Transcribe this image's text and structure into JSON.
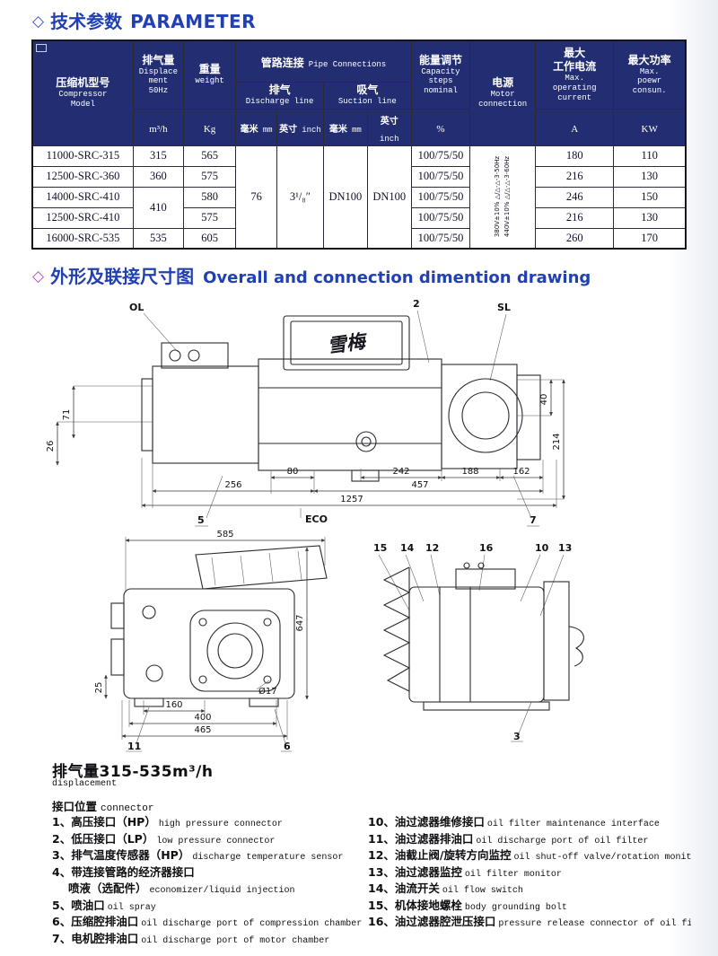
{
  "page": {
    "diamond1": "◇",
    "title1_zh": "技术参数",
    "title1_en": "PARAMETER",
    "diamond2": "◇",
    "title2_zh": "外形及联接尺寸图",
    "title2_en": "Overall and connection dimention drawing",
    "displacement_heading": "排气量315-535m³/h",
    "displacement_sub": "displacement",
    "connector_heading_zh": "接口位置",
    "connector_heading_en": "connector"
  },
  "colors": {
    "header_bg": "#232e72",
    "title_blue": "#2140b4",
    "diamond2": "#b44ab8"
  },
  "icons": {
    "header_corner": "box-icon",
    "title_bullet": "diamond-icon"
  },
  "table": {
    "head": {
      "model_zh": "压缩机型号",
      "model_en": "Compressor\nModel",
      "disp_zh": "排气量",
      "disp_en": "Displace\nment\n50Hz",
      "disp_unit": "m³/h",
      "weight_zh": "重量",
      "weight_en": "weight",
      "weight_unit": "Kg",
      "pipe_zh": "管路连接",
      "pipe_en": "Pipe Connections",
      "discharge_zh": "排气",
      "discharge_en": "Discharge line",
      "suction_zh": "吸气",
      "suction_en": "Suction line",
      "mm_zh": "毫米",
      "mm_en": "mm",
      "inch_zh": "英寸",
      "inch_en": "inch",
      "capacity_zh": "能量调节",
      "capacity_en": "Capacity\nsteps\nnominal",
      "capacity_unit": "%",
      "motor_zh": "电源",
      "motor_en": "Motor\nconnection",
      "current_zh": "最大\n工作电流",
      "current_en": "Max.\noperating\ncurrent",
      "current_unit": "A",
      "power_zh": "最大功率",
      "power_en": "Max.\npoewr\nconsun.",
      "power_unit": "KW"
    },
    "shared": {
      "discharge_mm": "76",
      "discharge_inch": "3¹/₈″",
      "suction_mm": "DN100",
      "suction_inch": "DN100",
      "motor_line1": "380V±10% △/△-△-3-50Hz",
      "motor_line2": "440V±10% △/△-△-3-60Hz"
    },
    "rows": [
      {
        "model": "11000-SRC-315",
        "disp": "315",
        "weight": "565",
        "capacity": "100/75/50",
        "current": "180",
        "power": "110"
      },
      {
        "model": "12500-SRC-360",
        "disp": "360",
        "weight": "575",
        "capacity": "100/75/50",
        "current": "216",
        "power": "130"
      },
      {
        "model": "14000-SRC-410",
        "disp": "410",
        "weight": "580",
        "capacity": "100/75/50",
        "current": "246",
        "power": "150"
      },
      {
        "model": "12500-SRC-410",
        "weight": "575",
        "capacity": "100/75/50",
        "current": "216",
        "power": "130"
      },
      {
        "model": "16000-SRC-535",
        "disp": "535",
        "weight": "605",
        "capacity": "100/75/50",
        "current": "260",
        "power": "170"
      }
    ]
  },
  "drawing1": {
    "logo": "雪梅",
    "ol": "OL",
    "n2": "2",
    "sl": "SL",
    "d71": "71",
    "d26": "26",
    "d40": "40",
    "d214": "214",
    "d80": "80",
    "d242": "242",
    "d188": "188",
    "d162": "162",
    "d256": "256",
    "d457": "457",
    "d1257": "1257",
    "n5": "5",
    "eco": "ECO",
    "n7": "7"
  },
  "drawing2": {
    "d585": "585",
    "d647": "647",
    "d25": "25",
    "d160": "160",
    "d400": "400",
    "d465": "465",
    "dia17": "Ø17",
    "n11": "11",
    "n6": "6"
  },
  "drawing3": {
    "n15": "15",
    "n14": "14",
    "n12": "12",
    "n16": "16",
    "n10": "10",
    "n13": "13",
    "n3": "3"
  },
  "connectors": {
    "left": [
      {
        "zh": "1、高压接口（HP）",
        "en": "high pressure connector"
      },
      {
        "zh": "2、低压接口（LP）",
        "en": "low pressure connector"
      },
      {
        "zh": "3、排气温度传感器（HP）",
        "en": "discharge temperature sensor"
      },
      {
        "zh": "4、带连接管路的经济器接口",
        "en": ""
      },
      {
        "zh": "喷液（选配件）",
        "en": "economizer/liquid injection"
      },
      {
        "zh": "5、喷油口",
        "en": "oil spray"
      },
      {
        "zh": "6、压缩腔排油口",
        "en": "oil discharge port of compression chamber"
      },
      {
        "zh": "7、电机腔排油口",
        "en": "oil discharge port of motor chamber"
      }
    ],
    "right": [
      {
        "zh": "10、油过滤器维修接口",
        "en": "oil filter maintenance interface"
      },
      {
        "zh": "11、油过滤器排油口",
        "en": "oil discharge port of oil filter"
      },
      {
        "zh": "12、油截止阀/旋转方向监控",
        "en": "oil shut-off valve/rotation monitor"
      },
      {
        "zh": "13、油过滤器监控",
        "en": "oil filter monitor"
      },
      {
        "zh": "14、油流开关",
        "en": "oil flow switch"
      },
      {
        "zh": "15、机体接地螺栓",
        "en": "body grounding bolt"
      },
      {
        "zh": "16、油过滤器腔泄压接口",
        "en": "pressure release connector of oil filter chamber"
      }
    ]
  }
}
